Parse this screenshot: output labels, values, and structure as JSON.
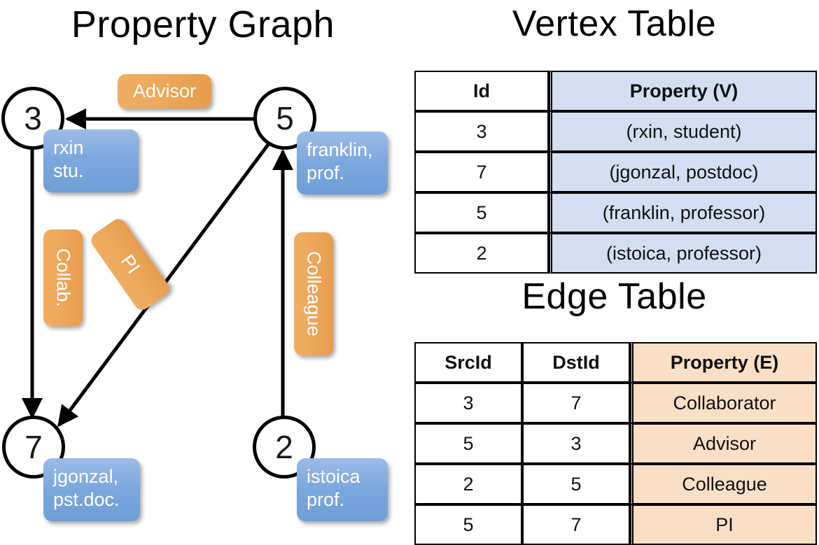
{
  "titles": {
    "property_graph": "Property Graph",
    "vertex_table": "Vertex Table",
    "edge_table": "Edge Table"
  },
  "colors": {
    "vertex_fill": "#d4def0",
    "edge_fill": "#f8dfc5",
    "vertex_box": "#7ba7dd",
    "edge_box": "#eda85c",
    "stroke": "#000000"
  },
  "graph": {
    "nodes": [
      {
        "id": "3",
        "property_line1": "rxin",
        "property_line2": "stu."
      },
      {
        "id": "5",
        "property_line1": "franklin,",
        "property_line2": "prof."
      },
      {
        "id": "7",
        "property_line1": "jgonzal,",
        "property_line2": "pst.doc."
      },
      {
        "id": "2",
        "property_line1": "istoica",
        "property_line2": "prof."
      }
    ],
    "edge_labels": [
      {
        "label": "Advisor",
        "orientation": "horizontal"
      },
      {
        "label": "Collab.",
        "orientation": "vertical"
      },
      {
        "label": "PI",
        "orientation": "rotated"
      },
      {
        "label": "Colleague",
        "orientation": "vertical"
      }
    ]
  },
  "vertex_table": {
    "headers": [
      "Id",
      "Property (V)"
    ],
    "rows": [
      [
        "3",
        "(rxin, student)"
      ],
      [
        "7",
        "(jgonzal, postdoc)"
      ],
      [
        "5",
        "(franklin, professor)"
      ],
      [
        "2",
        "(istoica, professor)"
      ]
    ]
  },
  "edge_table": {
    "headers": [
      "SrcId",
      "DstId",
      "Property (E)"
    ],
    "rows": [
      [
        "3",
        "7",
        "Collaborator"
      ],
      [
        "5",
        "3",
        "Advisor"
      ],
      [
        "2",
        "5",
        "Colleague"
      ],
      [
        "5",
        "7",
        "PI"
      ]
    ]
  }
}
